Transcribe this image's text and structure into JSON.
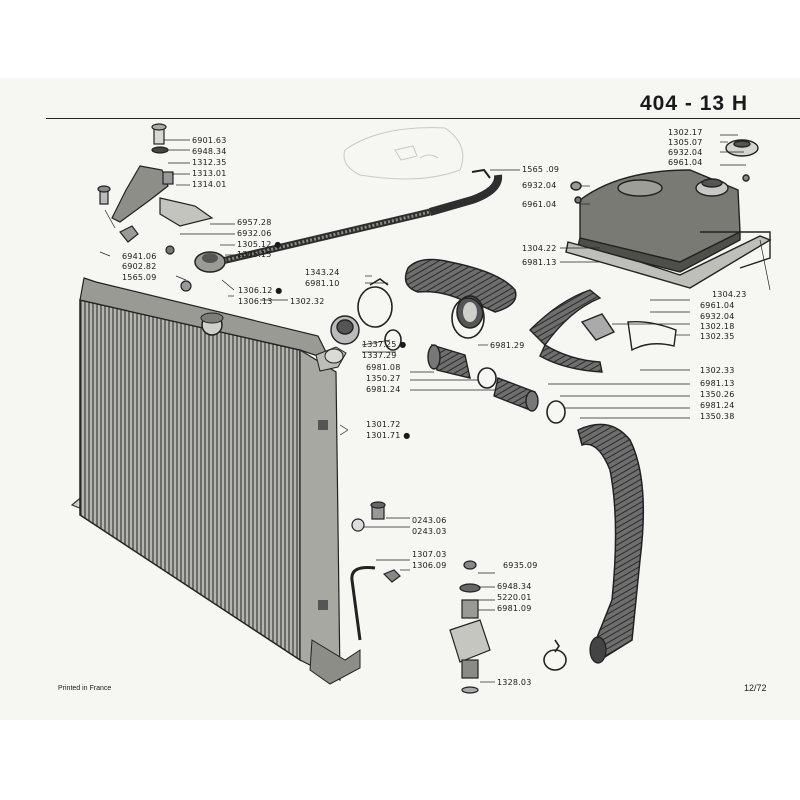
{
  "header": {
    "title": "404 - 13 H"
  },
  "footer": {
    "printed": "Printed in France",
    "page": "12/72"
  },
  "labels": [
    "6901.63",
    "6948.34",
    "1312.35",
    "1313.01",
    "1314.01",
    "1565 .09",
    "6932.04",
    "6961.04",
    "1302.17",
    "1305.07",
    "6932.04",
    "6961.04",
    "6957.28",
    "6932.06",
    "1305.12 ●",
    "1305.15",
    "6941.06",
    "6902.82",
    "1565.09",
    "1343.24",
    "6981.10",
    "1306.12 ●",
    "1306.13",
    "1302.32",
    "1304.22",
    "6981.13",
    "1304.23",
    "6961.04",
    "6932.04",
    "1302.18",
    "1302.35",
    "1337.25 ●",
    "1337.29",
    "6981.29",
    "6981.08",
    "1350.27",
    "6981.24",
    "1302.33",
    "6981.13",
    "1350.26",
    "6981.24",
    "1350.38",
    "1301.72",
    "1301.71 ●",
    "0243.06",
    "0243.03",
    "1307.03",
    "1306.09",
    "6935.09",
    "6948.34",
    "5220.01",
    "6981.09",
    "1328.03"
  ],
  "parts": [
    {
      "name": "radiator"
    },
    {
      "name": "expansion-tank"
    },
    {
      "name": "upper-hose"
    },
    {
      "name": "lower-hose"
    },
    {
      "name": "breather-pipe"
    },
    {
      "name": "support-bracket"
    },
    {
      "name": "mount-bracket"
    },
    {
      "name": "hose-clamp"
    }
  ]
}
